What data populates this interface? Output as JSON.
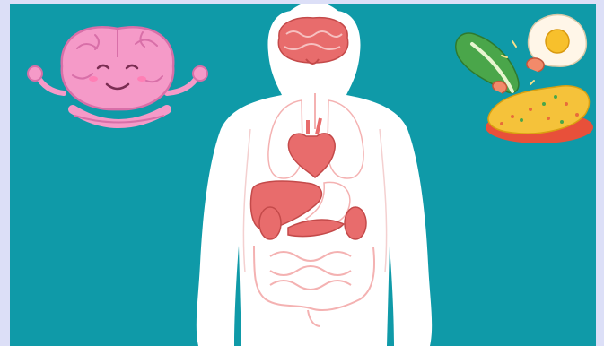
{
  "scene": {
    "background_color": "#0f9aa8",
    "frame_color": "#dcdff7",
    "body_color": "#ffffff",
    "organ_color": "#e86c6c",
    "organ_outline_color": "#f4b2b2"
  },
  "illustrations": {
    "brain_character": {
      "icon": "meditating-brain",
      "color": "#f59ac8"
    },
    "human_body": {
      "icon": "human-anatomy-organs"
    },
    "food": {
      "icon": "fried-egg-rice-vegetables"
    }
  }
}
